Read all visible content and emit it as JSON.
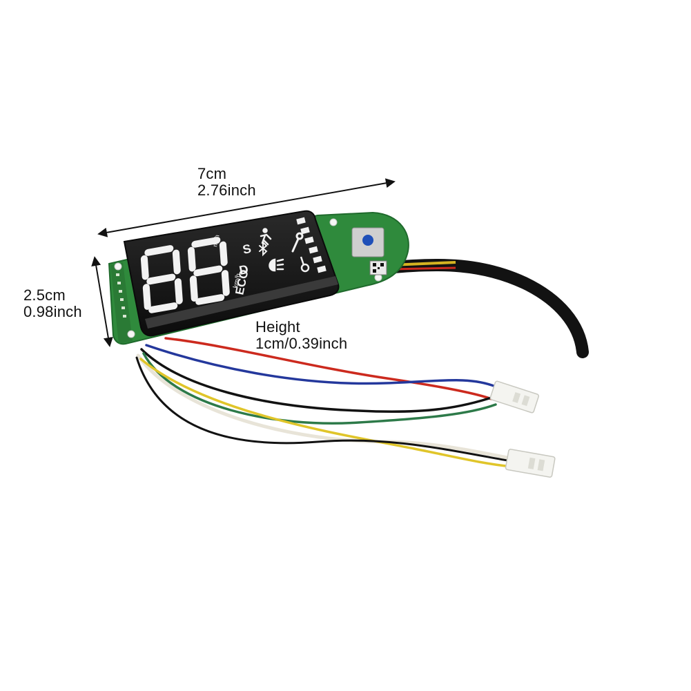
{
  "dimensions": {
    "width": {
      "metric": "7cm",
      "imperial": "2.76inch"
    },
    "height": {
      "metric": "2.5cm",
      "imperial": "0.98inch"
    },
    "thickness": {
      "label": "Height",
      "value": "1cm/0.39inch"
    }
  },
  "display": {
    "speed_digits": "88",
    "unit_top": "mph",
    "unit_bottom": "km/h",
    "mode_sport": "S",
    "mode_drive": "D",
    "mode_eco": "ECO"
  },
  "colors": {
    "pcb": "#2f8a3c",
    "screen": "#161616",
    "segment": "#f2f2f2",
    "cable": "#121212",
    "button": "#1f4fb8"
  },
  "icons": [
    "walking-icon",
    "bluetooth-icon",
    "headlight-icon",
    "wrench-icon",
    "thermometer-icon"
  ]
}
